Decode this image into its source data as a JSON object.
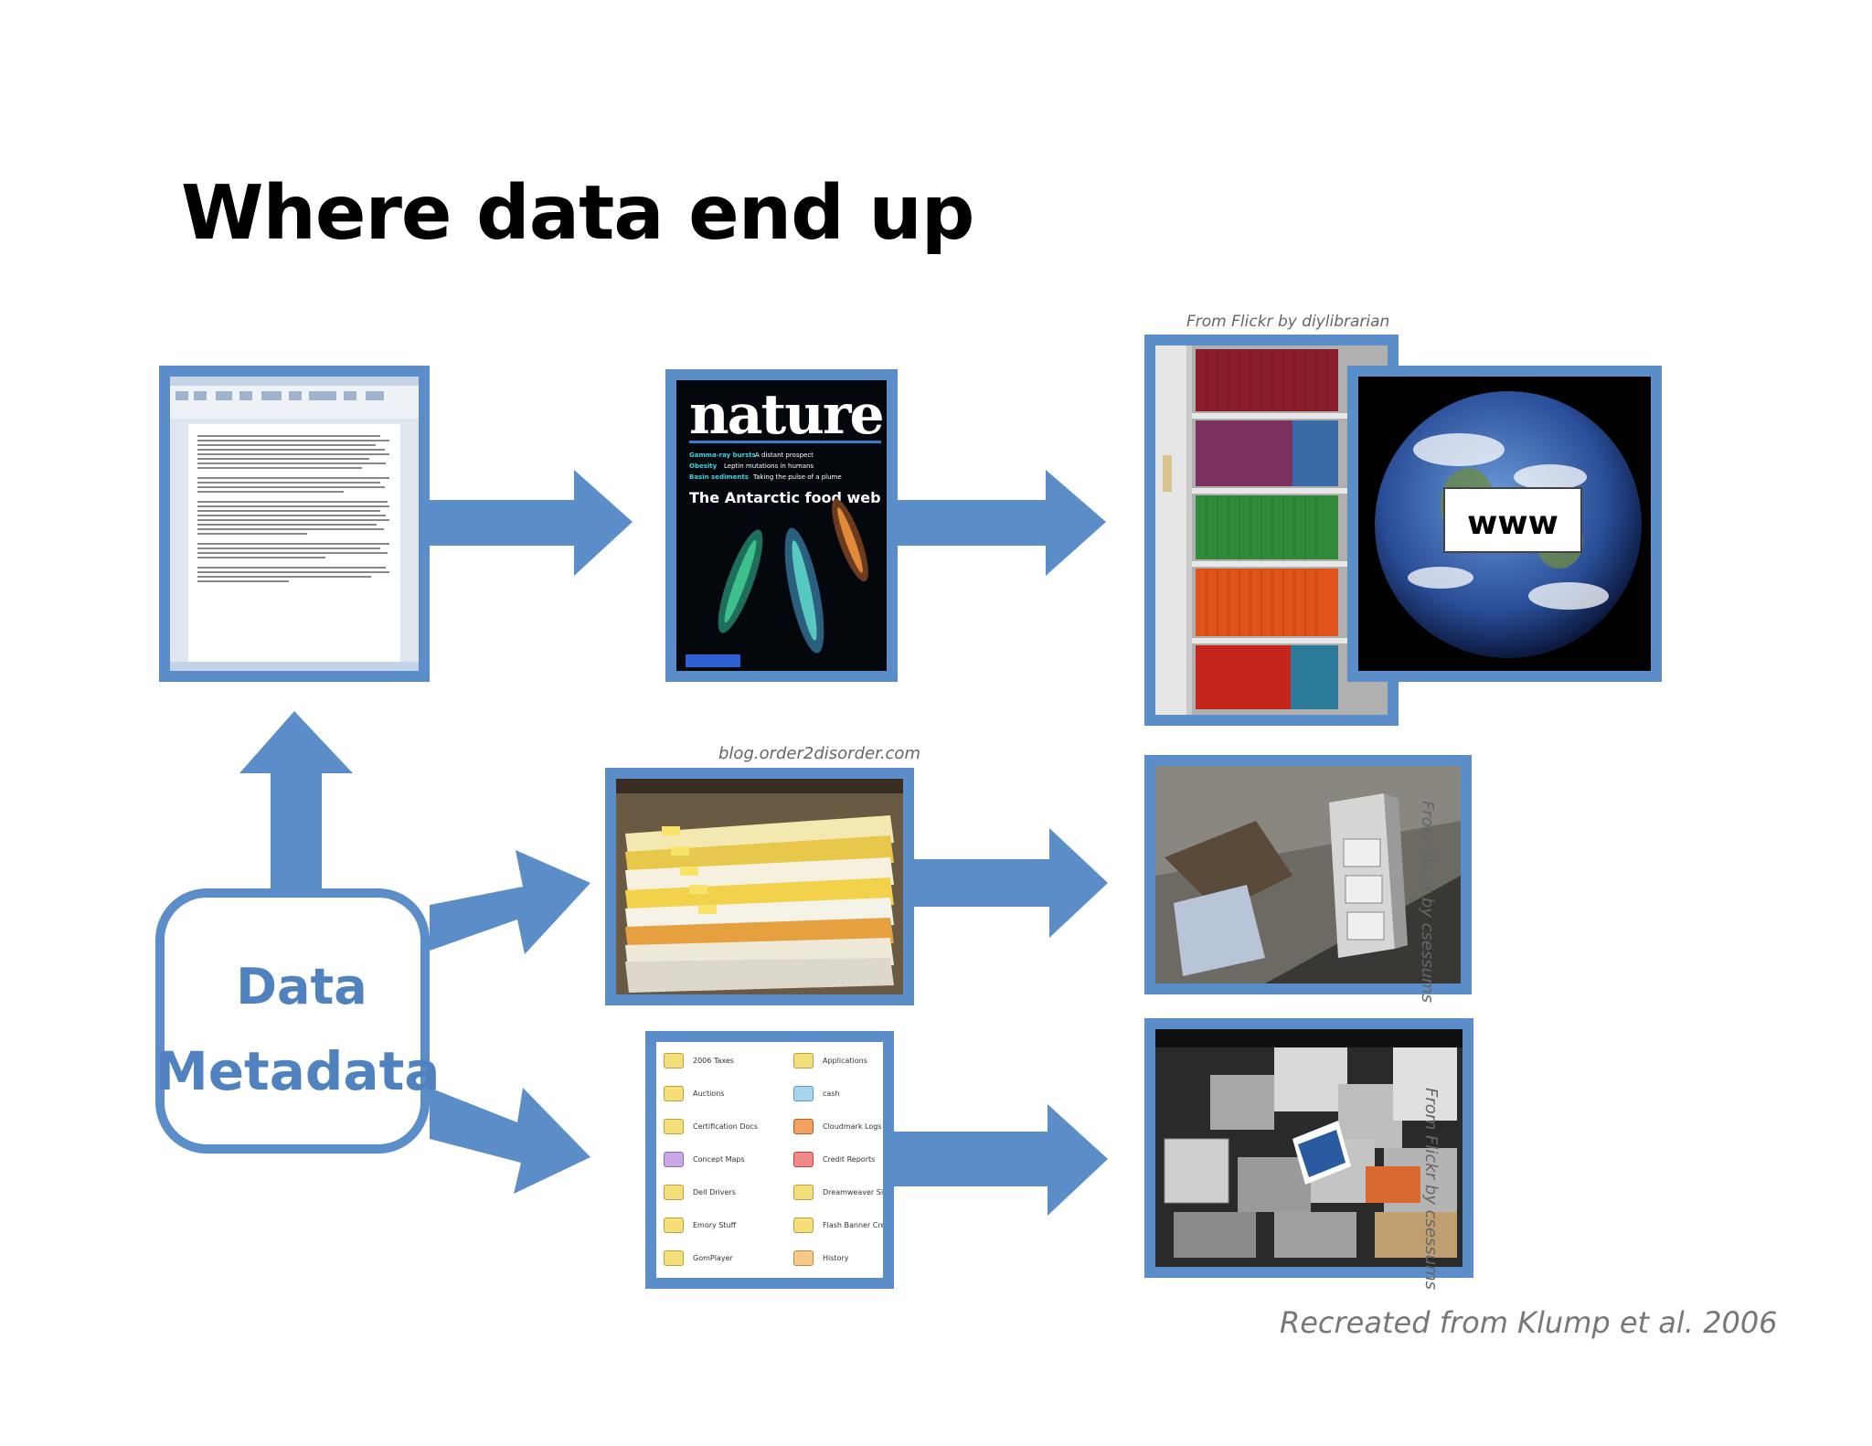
{
  "slide": {
    "title": "Where data end up",
    "credit": "Recreated from Klump et al. 2006"
  },
  "data_box": {
    "line1": "Data",
    "line2": "Metadata"
  },
  "captions": {
    "shelf": "From Flickr by diylibrarian",
    "filing": "blog.order2disorder.com",
    "discarded_cabinet": "From Flickr by csessums",
    "junk_pile": "From Flickr by csessums"
  },
  "images": {
    "document": "word-document-screenshot",
    "journal": "nature-journal-cover",
    "shelf": "bookshelf-archive-photo",
    "globe": "earth-globe-photo",
    "filing": "filing-drawer-photo",
    "folders": "computer-folders-screenshot",
    "discarded_cabinet": "discarded-filing-cabinet-photo",
    "junk_pile": "discarded-computers-photo"
  },
  "journal_cover": {
    "masthead": "nature",
    "lines": [
      {
        "key": "Gamma-ray bursts",
        "text": "A distant prospect"
      },
      {
        "key": "Obesity",
        "text": "Leptin mutations in humans"
      },
      {
        "key": "Basin sediments",
        "text": "Taking the pulse of a plume"
      }
    ],
    "headline": "The Antarctic food web"
  },
  "globe_label": "www",
  "folders": {
    "left": [
      "2006 Taxes",
      "Auctions",
      "Certification Docs",
      "Concept Maps",
      "Dell Drivers",
      "Emory Stuff",
      "GomPlayer"
    ],
    "right": [
      "Applications",
      "cash",
      "Cloudmark Logs",
      "Credit Reports",
      "Dreamweaver Sites",
      "Flash Banner Creator",
      "History"
    ]
  },
  "colors": {
    "accent": "#5b8ec9",
    "accent_text": "#5082c0",
    "caption": "#666666"
  }
}
